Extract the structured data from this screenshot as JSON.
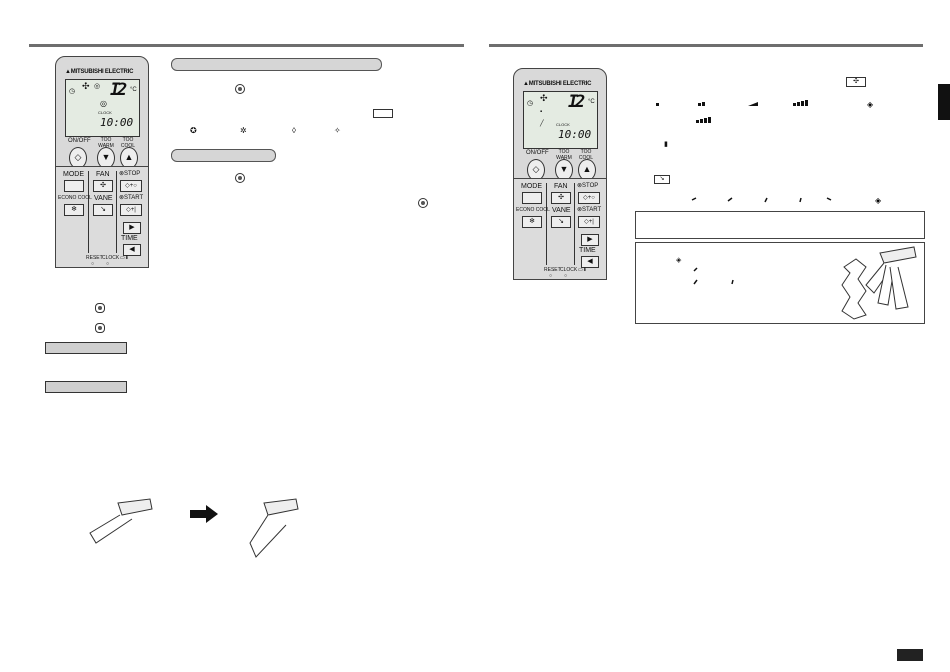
{
  "remote": {
    "brand": "MITSUBISHI ELECTRIC",
    "temp_digits": "2",
    "temp_unit": "°C",
    "clock_label": "CLOCK",
    "clock_value": "10:00",
    "on_off": "ON/OFF",
    "too_warm": "TOO WARM",
    "too_cool": "TOO COOL",
    "mode": "MODE",
    "fan": "FAN",
    "stop": "STOP",
    "econo_cool": "ECONO COOL",
    "vane": "VANE",
    "start": "START",
    "time": "TIME",
    "reset": "RESET",
    "clock": "CLOCK"
  }
}
